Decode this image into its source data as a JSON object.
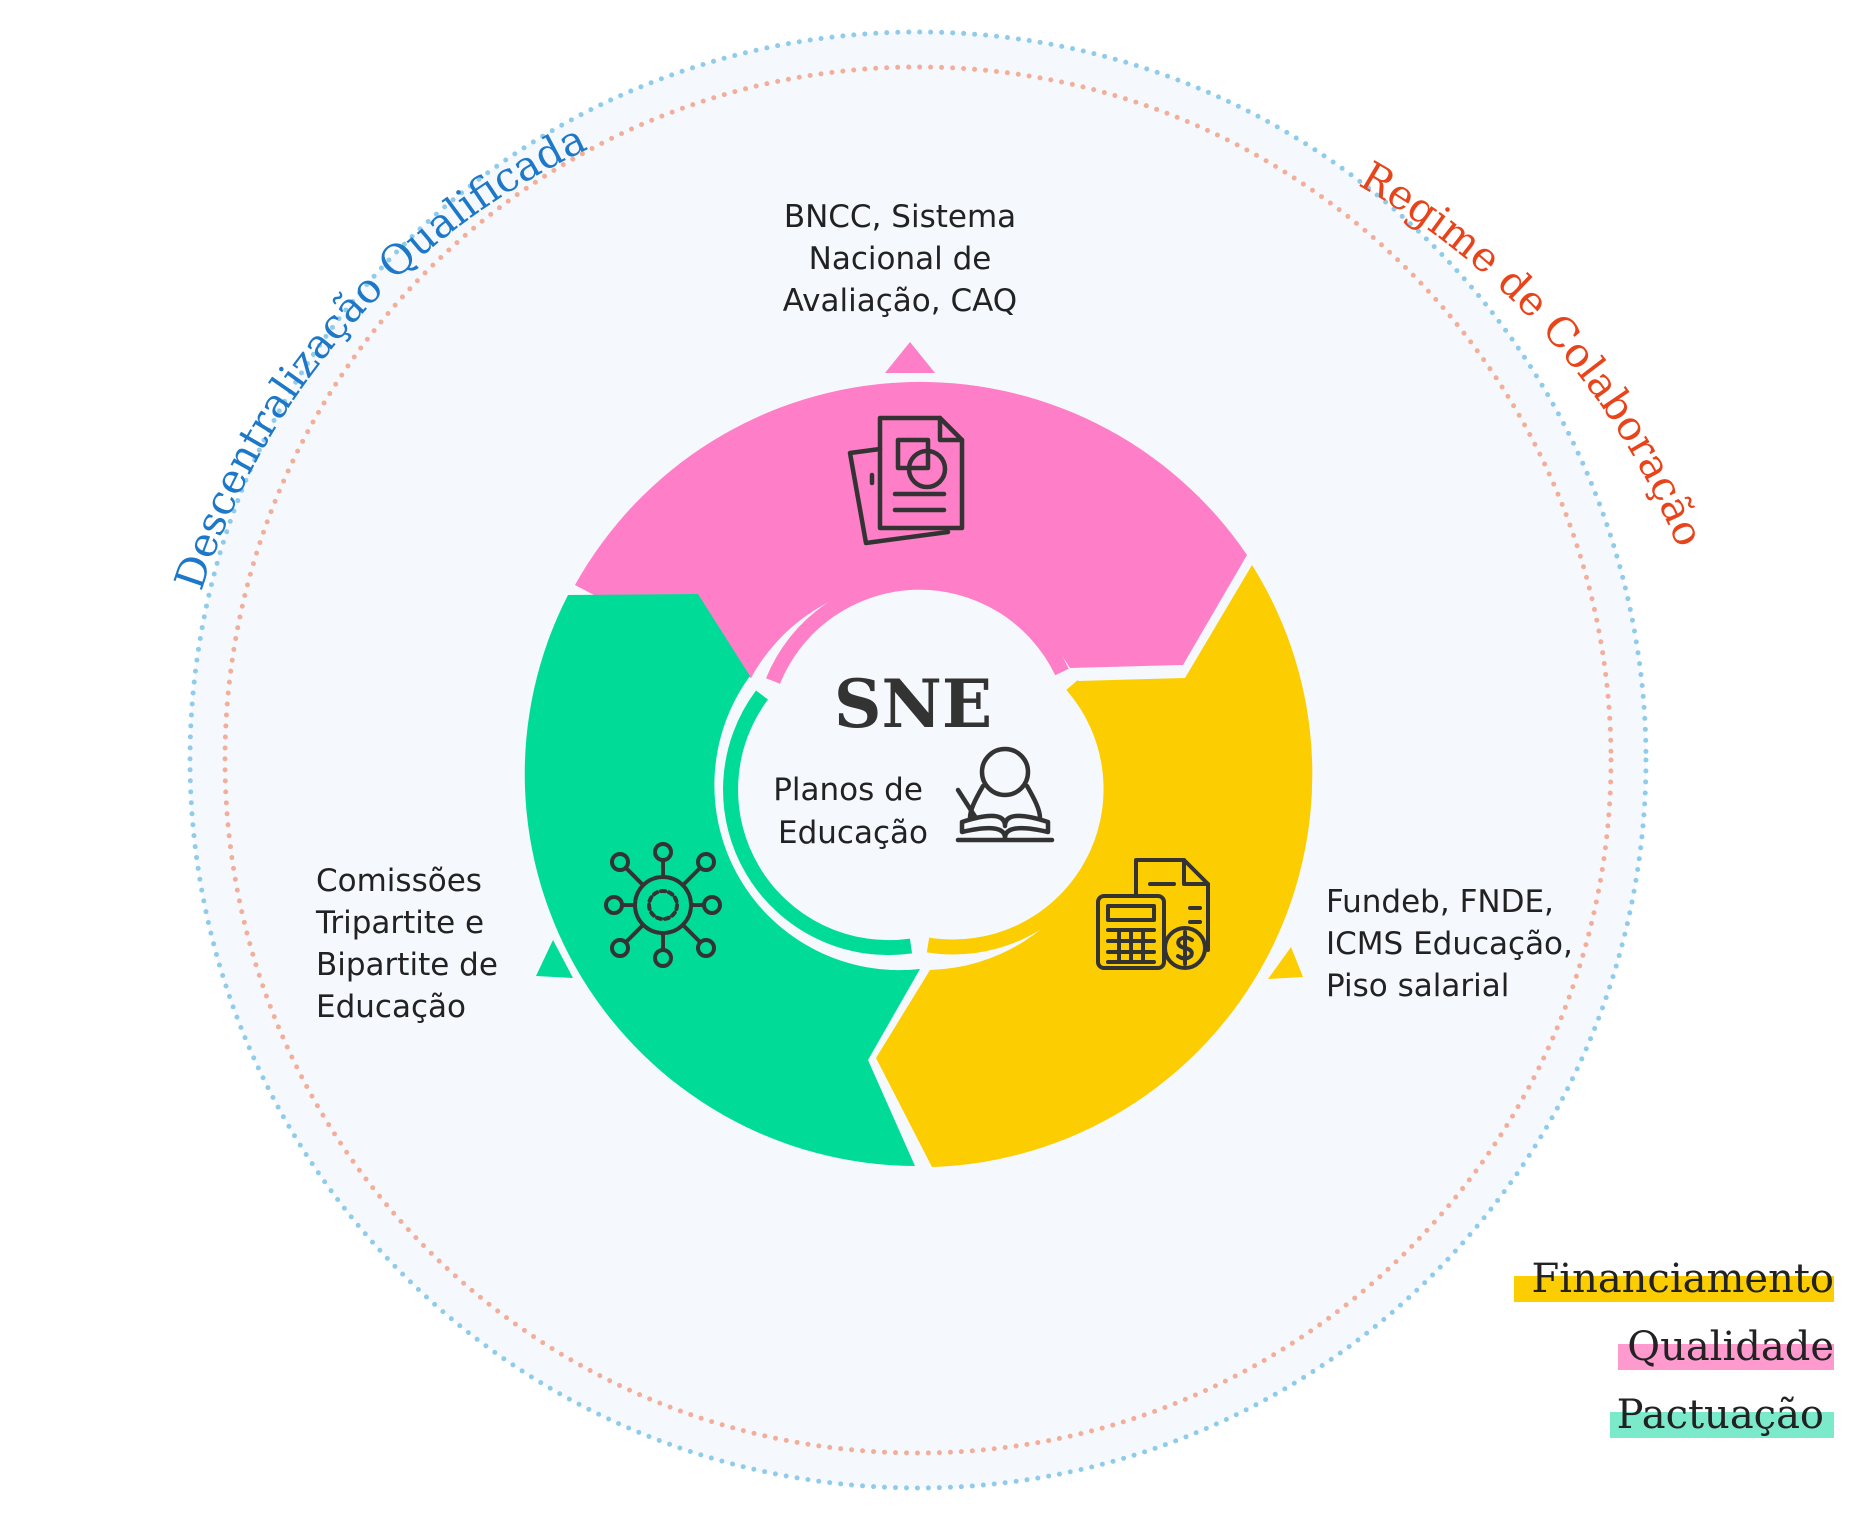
{
  "center": {
    "title": "SNE",
    "subtitle_lines": [
      "Planos de",
      "Educação"
    ]
  },
  "arcs": {
    "left": "Descentralização Qualificada",
    "right": "Regime de Colaboração"
  },
  "segments": {
    "top": {
      "name": "Qualidade",
      "color": "#FF7EC8",
      "icon": "documents-icon",
      "lines": [
        "BNCC, Sistema",
        "Nacional de",
        "Avaliação, CAQ"
      ]
    },
    "right": {
      "name": "Financiamento",
      "color": "#FCCD00",
      "icon": "calculator-invoice-icon",
      "lines": [
        "Fundeb, FNDE,",
        "ICMS Educação,",
        "Piso salarial"
      ]
    },
    "left": {
      "name": "Pactuação",
      "color": "#00DC98",
      "icon": "network-hub-icon",
      "lines": [
        "Comissões",
        "Tripartite e",
        "Bipartite de",
        "Educação"
      ]
    }
  },
  "legend": [
    {
      "label": "Financiamento",
      "color": "#FCCD00"
    },
    {
      "label": "Qualidade",
      "color": "#FF9ACE"
    },
    {
      "label": "Pactuação",
      "color": "#7BEACB"
    }
  ],
  "colors": {
    "background_circle": "#F5F8FD",
    "outer_dots": "#8FCBEA",
    "inner_dots": "#F3AE9A",
    "left_arc_text": "#1E78C8",
    "right_arc_text": "#E8441B",
    "ink": "#333333"
  }
}
